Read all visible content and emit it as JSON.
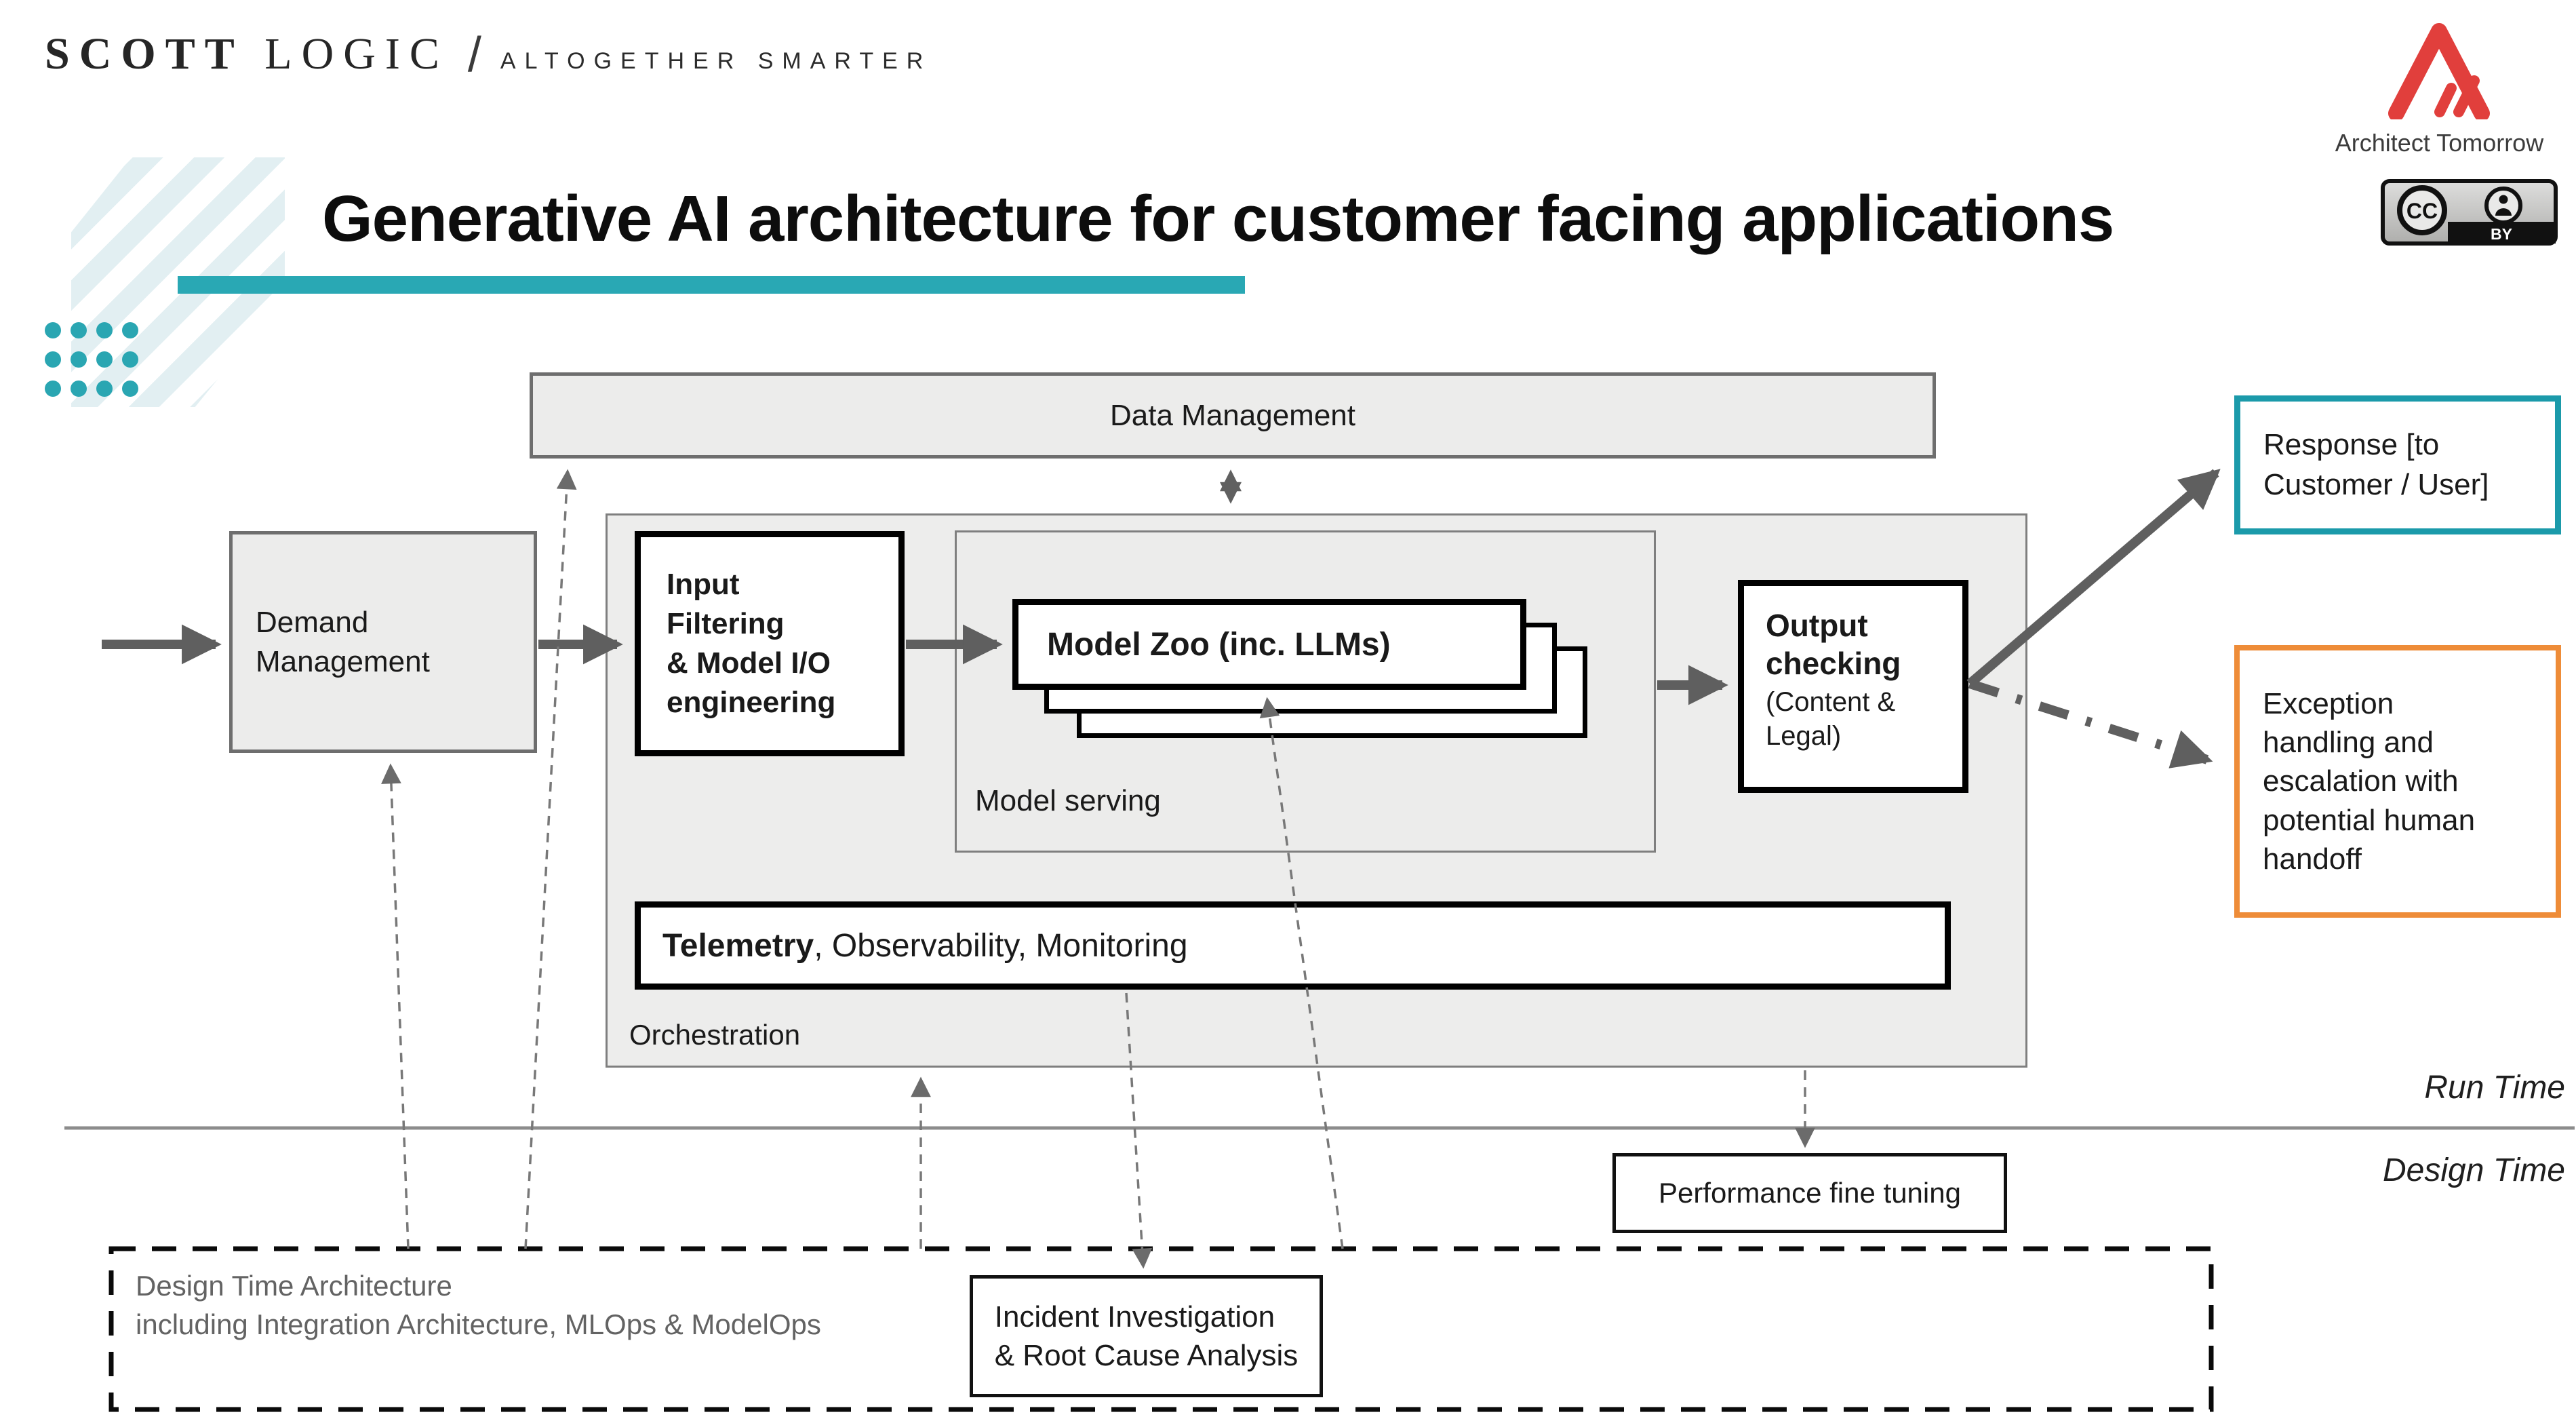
{
  "header": {
    "brand_primary": "SCOTT",
    "brand_secondary": " LOGIC",
    "separator": "/",
    "tagline": "ALTOGETHER SMARTER",
    "architect_logo_label": "Architect Tomorrow",
    "cc_badge": {
      "cc": "CC",
      "by": "BY"
    }
  },
  "title": "Generative AI architecture for customer facing applications",
  "accent_colors": {
    "teal": "#29a8b4",
    "teal_border": "#1b9aaa",
    "orange_border": "#ee8c38",
    "logo_red": "#e13f3c",
    "arrow_gray": "#5f5f5f"
  },
  "diagram": {
    "data_management": "Data Management",
    "demand_management": "Demand\nManagement",
    "input_filtering": "Input\nFiltering\n& Model I/O\nengineering",
    "model_zoo": "Model Zoo (inc. LLMs)",
    "model_serving": "Model serving",
    "output_checking_title": "Output checking",
    "output_checking_sub": "(Content &\nLegal)",
    "telemetry_bold": "Telemetry",
    "telemetry_rest": ", Observability, Monitoring",
    "orchestration": "Orchestration",
    "response": "Response [to\nCustomer / User]",
    "exception": "Exception\nhandling and\nescalation with\npotential human\nhandoff",
    "run_time": "Run Time",
    "design_time": "Design Time",
    "performance_fine_tuning": "Performance fine tuning",
    "design_box_line1": "Design Time Architecture",
    "design_box_line2": "including Integration Architecture, MLOps & ModelOps",
    "incident": "Incident Investigation\n& Root Cause Analysis"
  }
}
